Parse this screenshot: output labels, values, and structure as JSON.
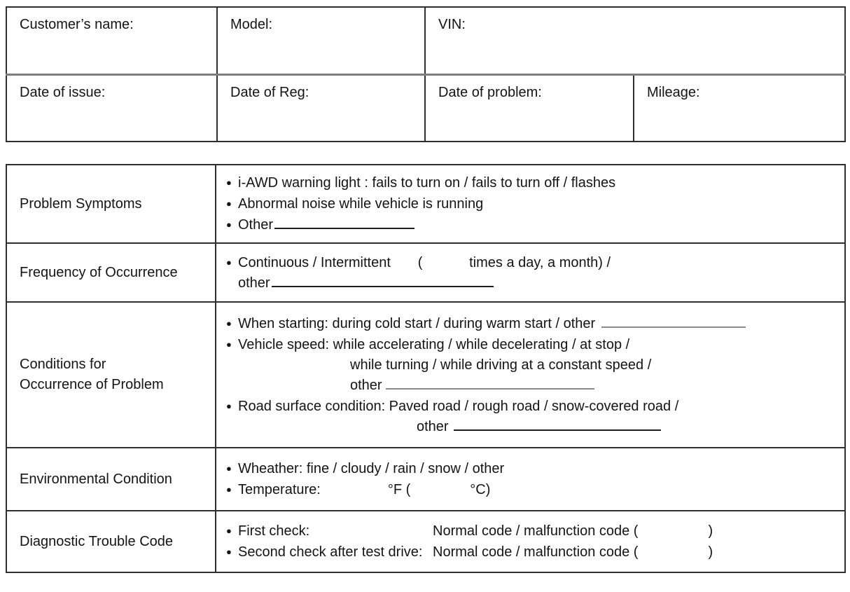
{
  "colors": {
    "background": "#ffffff",
    "text": "#141414",
    "border_dark": "#2e2e2e",
    "divider_gray": "#7d7d7d",
    "blank_line_dark": "#1c1c1c",
    "blank_line_gray": "#8a8a8a"
  },
  "glyphs": {
    "bullet": "●"
  },
  "header_table": {
    "customer_label": "Customer’s name:",
    "model_label": "Model:",
    "vin_label": "VIN:",
    "date_issue_label": "Date of issue:",
    "date_reg_label": "Date of Reg:",
    "date_problem_label": "Date of problem:",
    "mileage_label": "Mileage:"
  },
  "diagnostic_table": {
    "rows": [
      {
        "label": "Problem Symptoms",
        "l1": "i-AWD warning light : fails to turn on / fails to turn off / flashes",
        "l2": "Abnormal noise while vehicle is running",
        "l3": "Other"
      },
      {
        "label": "Frequency of Occurrence",
        "l1": "Continuous / Intermittent       (            times a day, a month) /",
        "l2": "other"
      },
      {
        "label1": "Conditions for",
        "label2": "Occurrence of Problem",
        "l1": "When starting: during cold start / during warm start / other",
        "l2": "Vehicle speed: while accelerating / while decelerating / at stop /",
        "l3": "while turning / while driving at a constant speed /",
        "l4": "other",
        "l5": "Road surface condition: Paved road / rough road / snow-covered road /",
        "l6": "other"
      },
      {
        "label": "Environmental Condition",
        "l1": "Wheather: fine / cloudy / rain / snow / other",
        "temp_label": "Temperature:",
        "temp_f": "°F (",
        "temp_c": "°C)"
      },
      {
        "label": "Diagnostic Trouble Code",
        "first_label": "First check:",
        "second_label": "Second check after test drive:",
        "code_text": "Normal code / malfunction code (",
        "paren": ")"
      }
    ]
  }
}
